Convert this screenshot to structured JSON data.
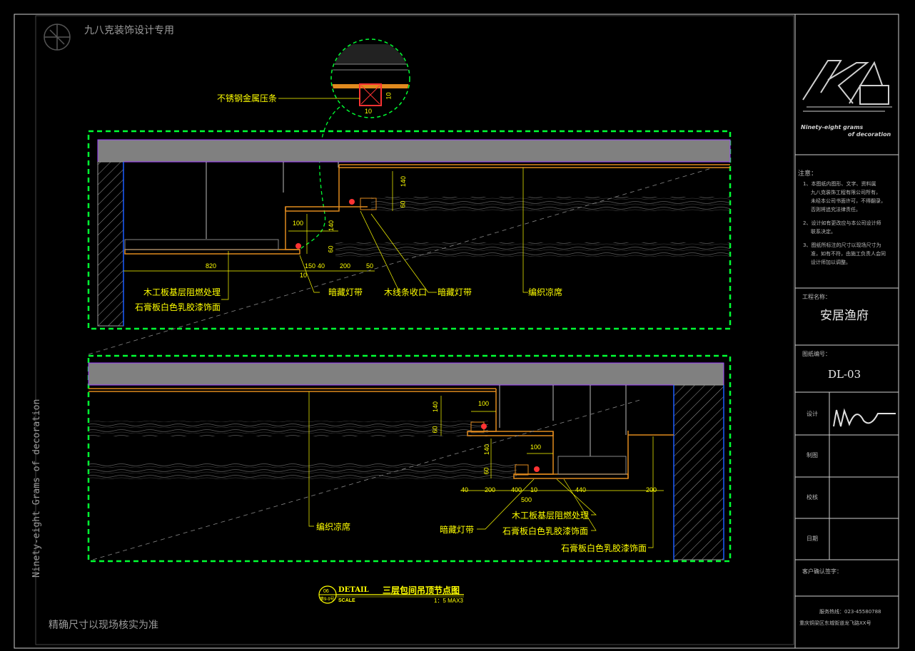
{
  "watermark": {
    "top_left": "九八克装饰设计专用",
    "vertical": "Ninety-eight Grams of decoration",
    "bottom": "精确尺寸以现场核实为准"
  },
  "logo": {
    "mark": "98",
    "line1": "Ninety-eight grams",
    "line2": "of decoration"
  },
  "notes": {
    "heading": "注意：",
    "items": [
      "1、本图纸内图形、文字、资料属",
      "九八克装饰工程有限公司所有，",
      "未经本公司书面许可，不得翻录，",
      "否则将追究法律责任。",
      "2、设计如有更改应与本公司设计师",
      "联系决定。",
      "3、图纸所标注的尺寸以现场尺寸为",
      "准，如有不符，由施工负责人会同",
      "设计师加以调整。"
    ]
  },
  "titleblock": {
    "project_label": "工程名称：",
    "project_name": "安居渔府",
    "drawing_no_label": "图纸编号：",
    "drawing_no": "DL-03",
    "rows": [
      "设计",
      "制图",
      "校核",
      "日期"
    ],
    "client_label": "客户确认签字：",
    "phone": "服务热线：023-45580788",
    "address": "重庆铜梁区东城街道龙飞路XX号"
  },
  "detail": {
    "badge": "06",
    "badge_sub": "第9-9号",
    "label": "DETAIL",
    "scale_label": "SCALE",
    "title": "三层包间吊顶节点图",
    "scale": "1：5 MAX3"
  },
  "callout": {
    "label": "不锈钢金属压条",
    "dims": [
      "10",
      "10"
    ]
  },
  "upper": {
    "labels": [
      "木工板基层阻燃处理",
      "石膏板白色乳胶漆饰面",
      "暗藏灯带",
      "木线条收口",
      "暗藏灯带",
      "编织凉席"
    ],
    "dims_h": [
      "820",
      "10",
      "150",
      "40",
      "200",
      "50"
    ],
    "dims_v": [
      "140",
      "60",
      "100",
      "140",
      "60"
    ]
  },
  "lower": {
    "labels": [
      "编织凉席",
      "暗藏灯带",
      "木工板基层阻燃处理",
      "石膏板白色乳胶漆饰面",
      "石膏板白色乳胶漆饰面"
    ],
    "dims_h": [
      "40",
      "200",
      "400",
      "10",
      "440",
      "200",
      "500"
    ],
    "dims_v": [
      "140",
      "60",
      "100",
      "140",
      "60",
      "100"
    ]
  },
  "colors": {
    "frame": "#00ff33",
    "annotation": "#ffff00",
    "wood": "#e08a1e",
    "slab": "#808080",
    "wall": "#1a5cff"
  }
}
